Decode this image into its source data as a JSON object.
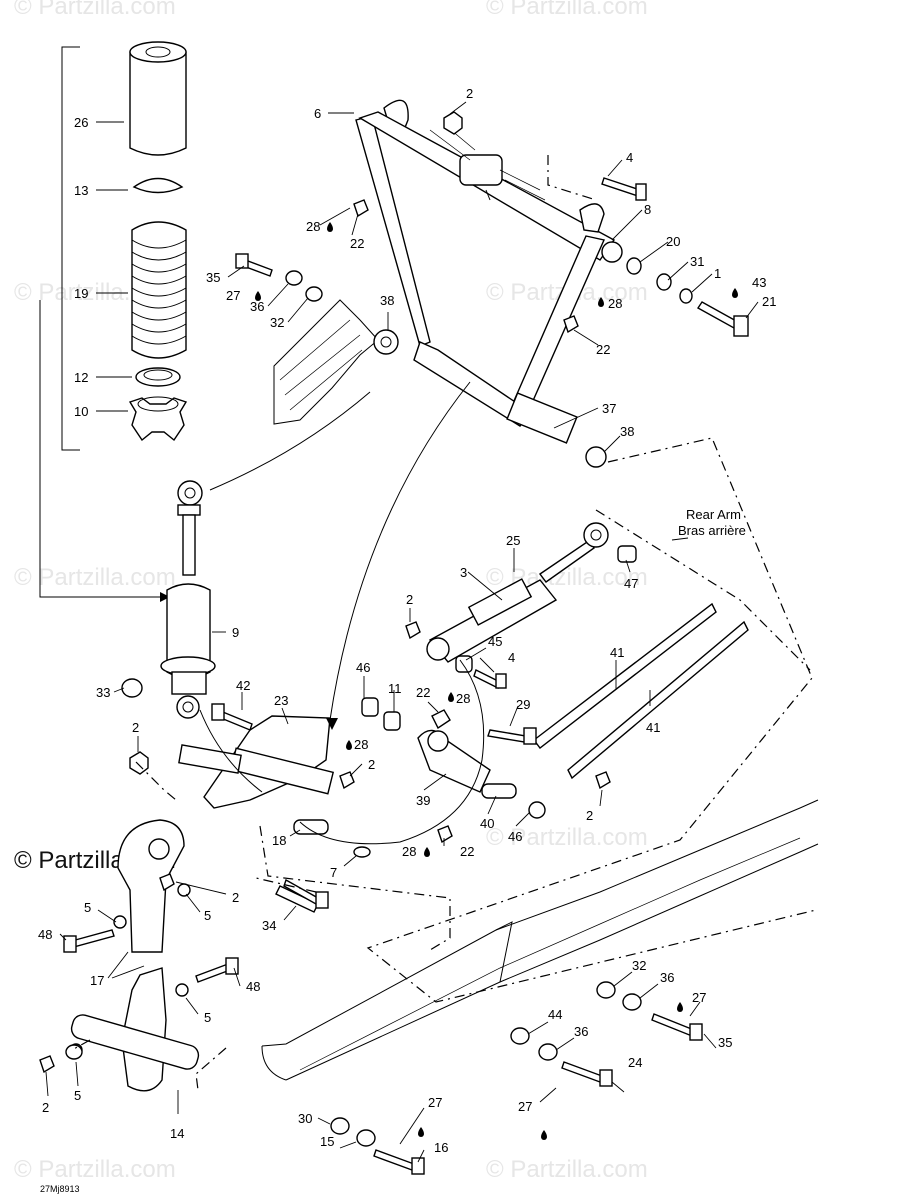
{
  "watermark": "© Partzilla.com",
  "figure_code": "27Mj8913",
  "note": {
    "line1": "Rear Arm",
    "line2": "Bras arrière"
  },
  "callouts": {
    "c26": "26",
    "c13": "13",
    "c19": "19",
    "c12": "12",
    "c10": "10",
    "c6": "6",
    "c2a": "2",
    "c4a": "4",
    "c8": "8",
    "c20": "20",
    "c31": "31",
    "c1": "1",
    "c43": "43",
    "c21": "21",
    "c28a": "28",
    "c22a": "22",
    "c35a": "35",
    "c27a": "27",
    "c36a": "36",
    "c32a": "32",
    "c38a": "38",
    "c28b": "28",
    "c22b": "22",
    "c37": "37",
    "c38b": "38",
    "c25": "25",
    "c3": "3",
    "c47": "47",
    "c2b": "2",
    "c45": "45",
    "c4b": "4",
    "c41a": "41",
    "c41b": "41",
    "c9": "9",
    "c33": "33",
    "c42": "42",
    "c23": "23",
    "c46a": "46",
    "c11": "11",
    "c22c": "22",
    "c28c": "28",
    "c29": "29",
    "c2c": "2",
    "c28d": "28",
    "c2d": "2",
    "c39": "39",
    "c40": "40",
    "c46b": "46",
    "c2e": "2",
    "c18": "18",
    "c7": "7",
    "c28e": "28",
    "c22d": "22",
    "c34": "34",
    "c5a": "5",
    "c5b": "5",
    "c2f": "2",
    "c48a": "48",
    "c17": "17",
    "c48b": "48",
    "c5c": "5",
    "c5d": "5",
    "c2g": "2",
    "c14": "14",
    "c32b": "32",
    "c36b": "36",
    "c27b": "27",
    "c35b": "35",
    "c44": "44",
    "c36c": "36",
    "c24": "24",
    "c27c": "27",
    "c30": "30",
    "c27d": "27",
    "c15": "15",
    "c16": "16"
  }
}
